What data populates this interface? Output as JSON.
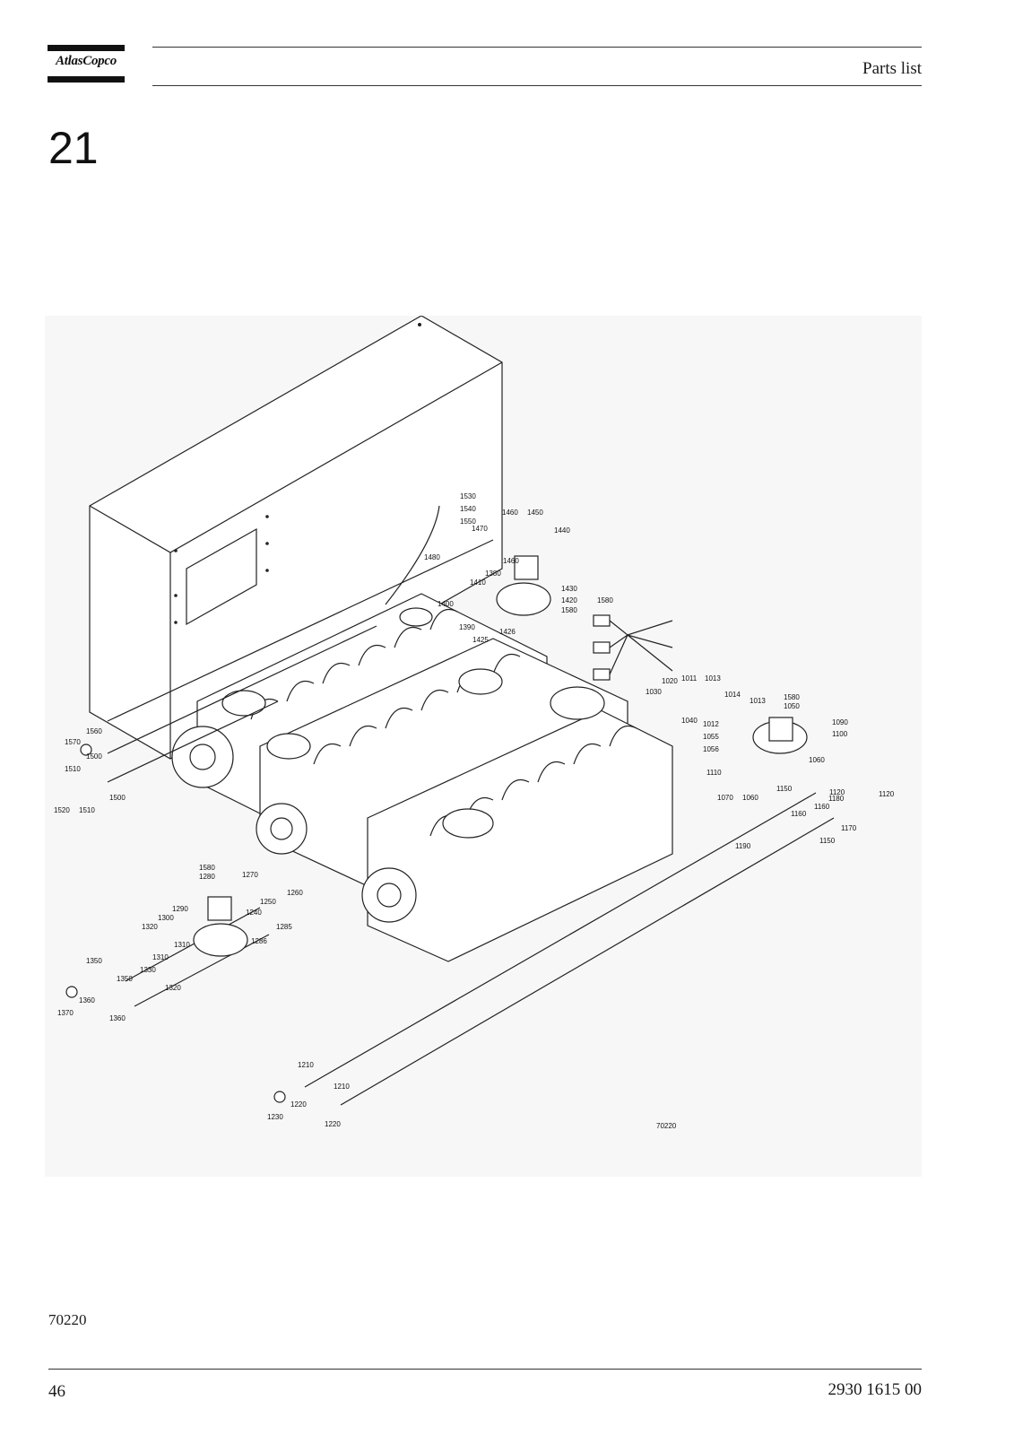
{
  "header": {
    "brand": "AtlasCopco",
    "title": "Parts list"
  },
  "section": {
    "number": "21"
  },
  "diagram": {
    "figure_id": "70220",
    "callouts": [
      "1530",
      "1540",
      "1550",
      "1460",
      "1450",
      "1470",
      "1440",
      "1480",
      "1460",
      "1410",
      "1380",
      "1430",
      "1420",
      "1580",
      "1400",
      "1390",
      "1426",
      "1425",
      "1580",
      "1020",
      "1011",
      "1013",
      "1030",
      "1014",
      "1013",
      "1580",
      "1050",
      "1090",
      "1100",
      "1040",
      "1012",
      "1055",
      "1056",
      "1060",
      "1110",
      "1070",
      "1060",
      "1150",
      "1120",
      "1160",
      "1180",
      "1120",
      "1160",
      "1170",
      "1150",
      "1190",
      "1560",
      "1570",
      "1500",
      "1510",
      "1500",
      "1520",
      "1510",
      "1580",
      "1280",
      "1270",
      "1250",
      "1260",
      "1290",
      "1300",
      "1320",
      "1240",
      "1285",
      "1310",
      "1286",
      "1310",
      "1350",
      "1330",
      "1350",
      "1320",
      "1370",
      "1360",
      "1360",
      "1210",
      "1220",
      "1230",
      "1210",
      "1220",
      "70220"
    ]
  },
  "footer": {
    "figure_caption": "70220",
    "page_number": "46",
    "document_number": "2930 1615 00"
  }
}
